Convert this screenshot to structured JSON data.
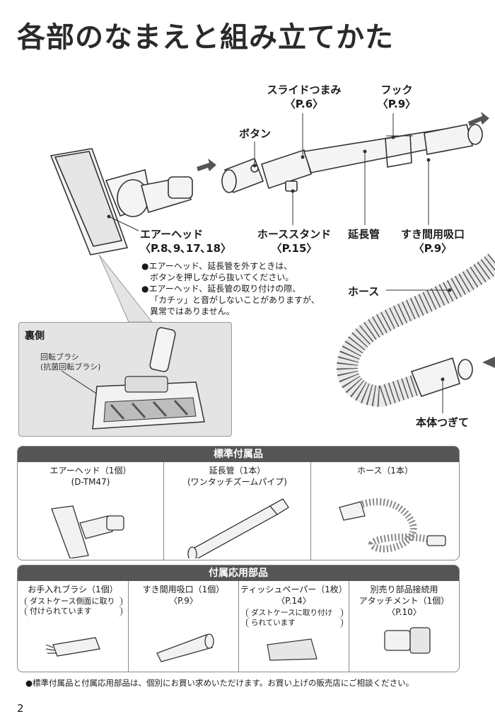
{
  "title": "各部のなまえと組み立てかた",
  "labels": {
    "slide": "スライドつまみ",
    "slide_ref": "〈P.6〉",
    "hook": "フック",
    "hook_ref": "〈P.9〉",
    "button": "ボタン",
    "airhead": "エアーヘッド",
    "airhead_ref": "〈P.8､9､17､18〉",
    "hose_stand": "ホーススタンド",
    "hose_stand_ref": "〈P.15〉",
    "extension": "延長管",
    "crevice": "すき間用吸口",
    "crevice_ref": "〈P.9〉",
    "hose": "ホース",
    "connector": "本体つぎて"
  },
  "notes": [
    "●エアーヘッド、延長管を外すときは、",
    "ボタンを押しながら抜いてください。",
    "●エアーヘッド、延長管の取り付けの際、",
    "「カチッ」と音がしないことがありますが、",
    "異常ではありません。"
  ],
  "back": {
    "title": "裏側",
    "brush_1": "回転ブラシ",
    "brush_2": "(抗菌回転ブラシ)"
  },
  "standard": {
    "header": "標準付属品",
    "items": [
      {
        "line1": "エアーヘッド（1個）",
        "line2": "(D-TM47)"
      },
      {
        "line1": "延長管（1本）",
        "line2": "(ワンタッチズームパイプ)"
      },
      {
        "line1": "ホース（1本）",
        "line2": ""
      }
    ]
  },
  "optional": {
    "header": "付属応用部品",
    "items": [
      {
        "line1": "お手入れブラシ（1個）",
        "line2": "",
        "note1": "ダストケース側面に取り",
        "note2": "付けられています"
      },
      {
        "line1": "すき間用吸口（1個）",
        "line2": "〈P.9〉",
        "note1": "",
        "note2": ""
      },
      {
        "line1": "ティッシュペーパー（1枚）",
        "line2": "〈P.14〉",
        "note1": "ダストケースに取り付け",
        "note2": "られています"
      },
      {
        "line1": "別売り部品接続用",
        "line2": "アタッチメント（1個）",
        "line3": "〈P.10〉"
      }
    ]
  },
  "footer": "●標準付属品と付属応用部品は、個別にお買い求めいただけます。お買い上げの販売店にご相談ください。",
  "page_number": "2"
}
